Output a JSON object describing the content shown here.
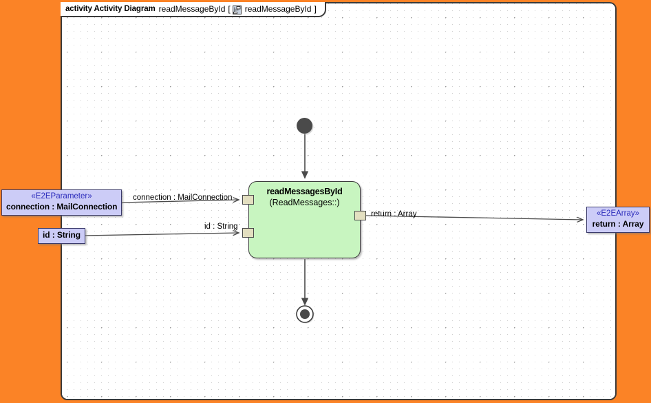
{
  "canvas": {
    "background_color": "#fb8326",
    "frame_background": "#ffffff",
    "grid": "dotted"
  },
  "frame": {
    "keyword": "activity Activity Diagram",
    "name": "readMessageById",
    "bracket_open": "[",
    "bracket_close": "]",
    "qualified_name": "readMessageById",
    "icon": "activity-diagram-icon"
  },
  "action": {
    "name": "readMessagesById",
    "qualifier": "(ReadMessages::)",
    "fill_color": "#c8f5c0",
    "border_color": "#3c3c3c"
  },
  "pins": {
    "input_connection": "connection-input-pin",
    "input_id": "id-input-pin",
    "output_return": "return-output-pin",
    "fill_color": "#e3dfc0"
  },
  "parameters": [
    {
      "id": "connection",
      "stereotype": "«E2EParameter»",
      "label": "connection : MailConnection",
      "fill_color": "#ccccf7"
    },
    {
      "id": "id",
      "stereotype": "",
      "label": "id : String",
      "fill_color": "#ccccf7"
    },
    {
      "id": "return",
      "stereotype": "«E2EArray»",
      "label": "return : Array",
      "fill_color": "#ccccf7"
    }
  ],
  "edges": [
    {
      "id": "edge-connection",
      "label": "connection : MailConnection"
    },
    {
      "id": "edge-id",
      "label": "id : String"
    },
    {
      "id": "edge-return",
      "label": "return : Array"
    }
  ],
  "control_nodes": {
    "initial": "initial-node",
    "final": "activity-final-node"
  }
}
